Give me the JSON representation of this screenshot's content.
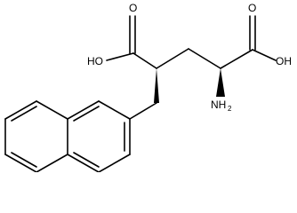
{
  "molecule": {
    "atom_labels": {
      "oxygen_left": "O",
      "hydroxyl_left": "HO",
      "oxygen_right": "O",
      "hydroxyl_right": "OH",
      "amine_main": "NH",
      "amine_sub": "2"
    }
  }
}
